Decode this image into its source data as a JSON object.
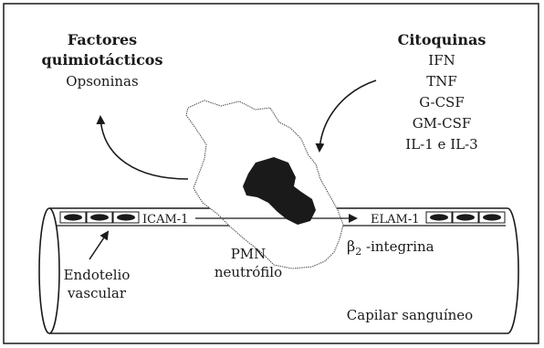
{
  "left_labels": {
    "factores_line1": "Factores",
    "factores_line2": "quimiotácticos",
    "opsoninas": "Opsoninas"
  },
  "right_labels": {
    "heading": "Citoquinas",
    "items": [
      "IFN",
      "TNF",
      "G-CSF",
      "GM-CSF",
      "IL-1 e IL-3"
    ]
  },
  "vessel_labels": {
    "icam": "ICAM-1",
    "elam": "ELAM-1",
    "pmn_line1": "PMN",
    "pmn_line2": "neutrófilo",
    "beta": "β",
    "beta_sub": "2",
    "integrina": " -integrina",
    "endotelio_line1": "Endotelio",
    "endotelio_line2": "vascular",
    "capilar": "Capilar sanguíneo"
  },
  "colors": {
    "ink": "#1a1a1a",
    "paper": "#ffffff"
  }
}
